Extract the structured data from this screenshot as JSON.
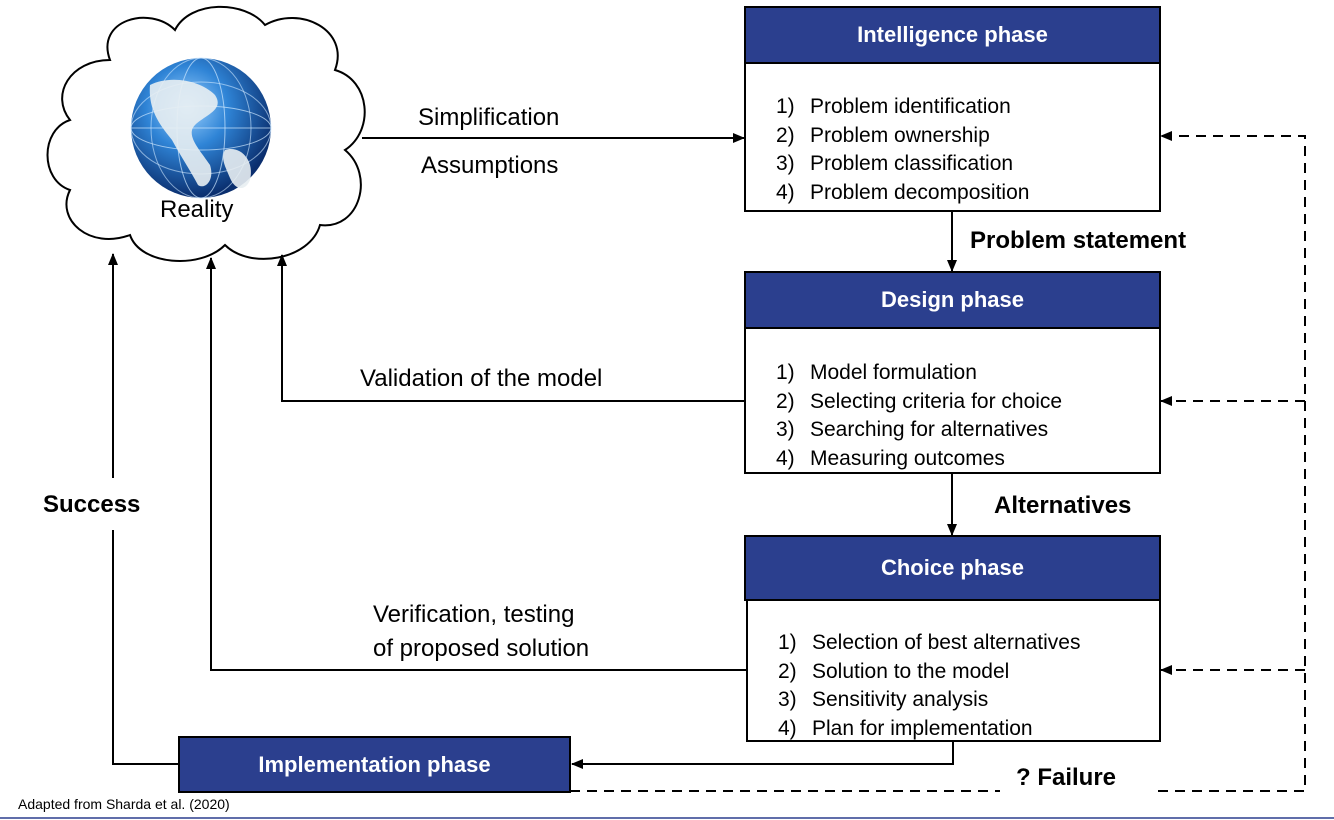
{
  "diagram": {
    "reality_label": "Reality",
    "simplification_label": "Simplification",
    "assumptions_label": "Assumptions",
    "problem_statement_label": "Problem statement",
    "alternatives_label": "Alternatives",
    "validation_label": "Validation of the model",
    "verification_label_1": "Verification, testing",
    "verification_label_2": "of proposed solution",
    "success_label": "Success",
    "failure_label": "? Failure",
    "credit": "Adapted from Sharda et al. (2020)",
    "header_color": "#2b3f8e",
    "phases": {
      "intelligence": {
        "title": "Intelligence phase",
        "items": [
          {
            "num": "1)",
            "text": "Problem identification"
          },
          {
            "num": "2)",
            "text": "Problem ownership"
          },
          {
            "num": "3)",
            "text": "Problem classification"
          },
          {
            "num": "4)",
            "text": "Problem decomposition"
          }
        ]
      },
      "design": {
        "title": "Design phase",
        "items": [
          {
            "num": "1)",
            "text": "Model formulation"
          },
          {
            "num": "2)",
            "text": "Selecting criteria for choice"
          },
          {
            "num": "3)",
            "text": "Searching for alternatives"
          },
          {
            "num": "4)",
            "text": "Measuring outcomes"
          }
        ]
      },
      "choice": {
        "title": "Choice phase",
        "items": [
          {
            "num": "1)",
            "text": "Selection of best alternatives"
          },
          {
            "num": "2)",
            "text": "Solution to the model"
          },
          {
            "num": "3)",
            "text": "Sensitivity analysis"
          },
          {
            "num": "4)",
            "text": "Plan for implementation"
          }
        ]
      },
      "implementation": {
        "title": "Implementation phase"
      }
    }
  }
}
